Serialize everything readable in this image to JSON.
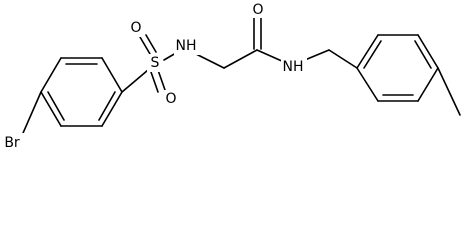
{
  "molecule": {
    "atoms": {
      "br": "Br",
      "sulfur": "S",
      "o_sulfonyl_top": "O",
      "o_sulfonyl_bottom": "O",
      "nh_sulfonamide": "NH",
      "o_carbonyl": "O",
      "nh_amide": "NH"
    }
  }
}
